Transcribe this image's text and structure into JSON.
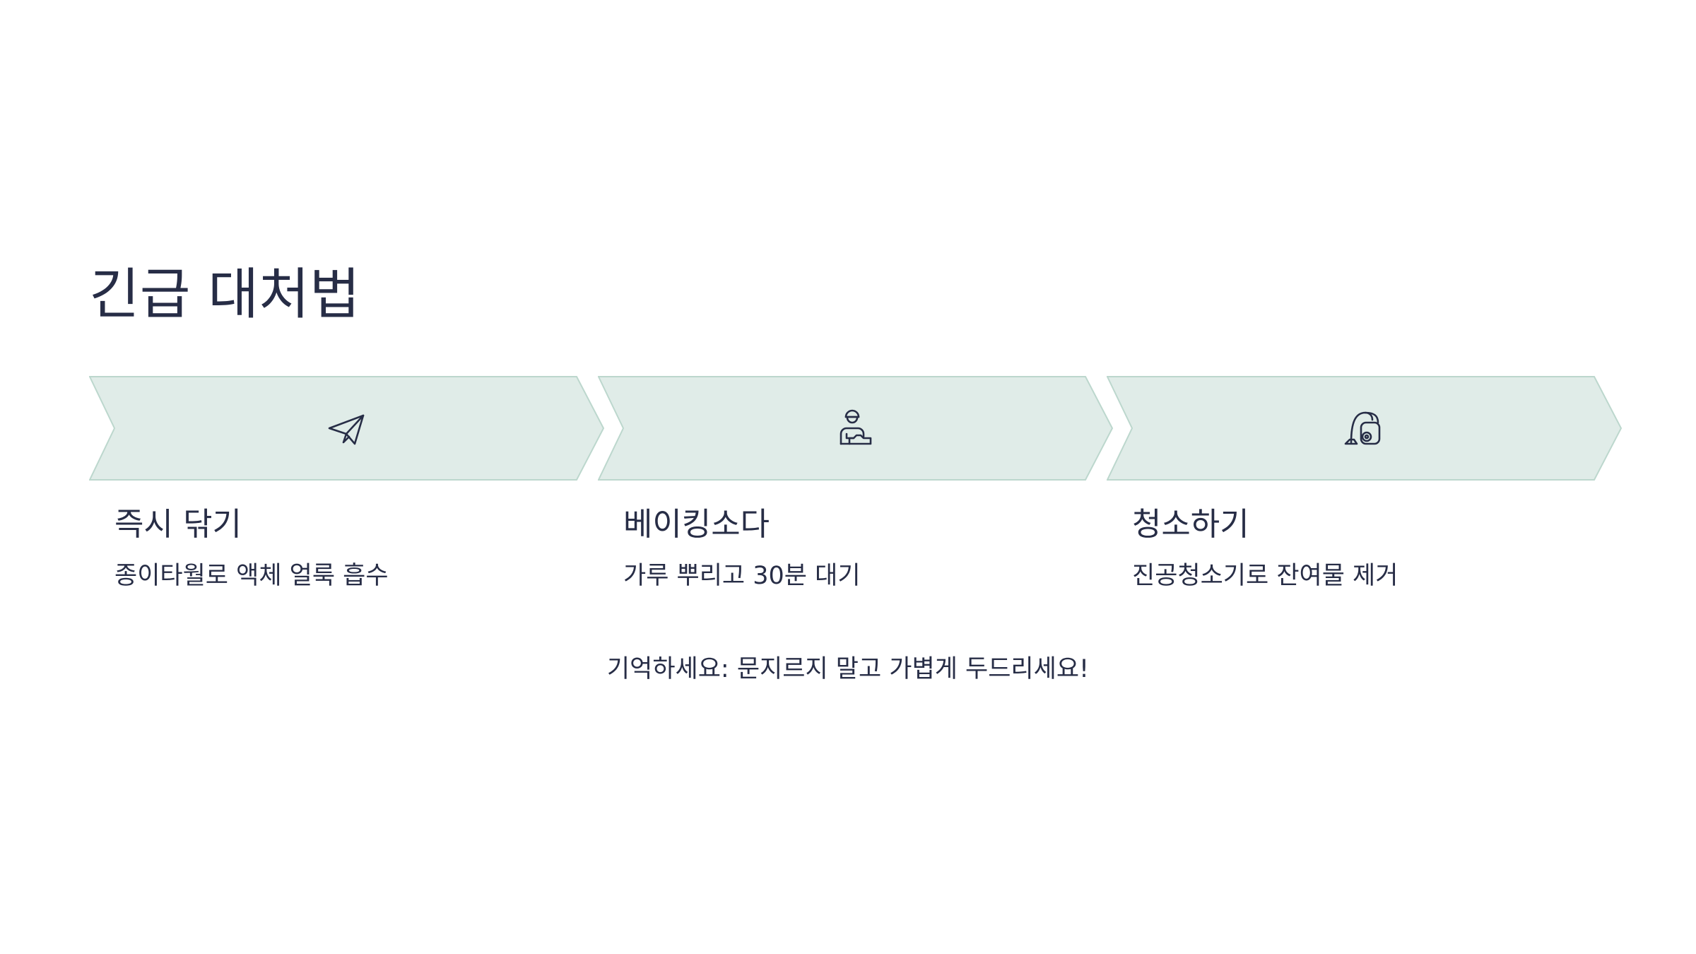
{
  "slide": {
    "title": "긴급 대처법",
    "steps": [
      {
        "icon": "paper-plane-icon",
        "title": "즉시 닦기",
        "description": "종이타월로 액체 얼룩 흡수"
      },
      {
        "icon": "worker-shoe-icon",
        "title": "베이킹소다",
        "description": "가루 뿌리고 30분 대기"
      },
      {
        "icon": "vacuum-cleaner-icon",
        "title": "청소하기",
        "description": "진공청소기로 잔여물 제거"
      }
    ],
    "footer_note": "기억하세요: 문지르지 말고 가볍게 두드리세요!"
  },
  "colors": {
    "background": "#ffffff",
    "text": "#272d46",
    "chevron_fill": "#e0ece8",
    "chevron_stroke": "#bcd7cd",
    "icon_stroke": "#272d46"
  }
}
